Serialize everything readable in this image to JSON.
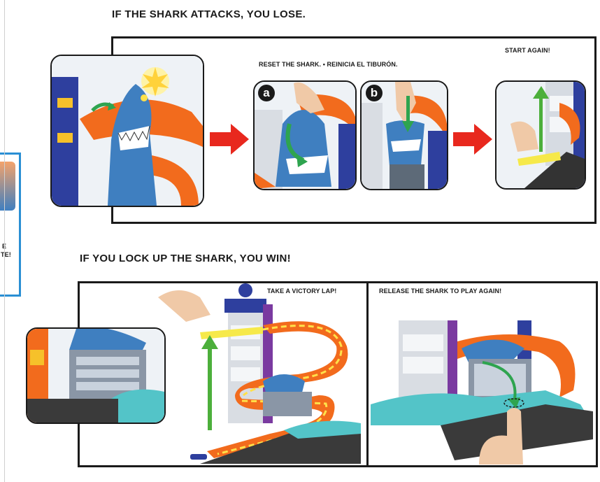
{
  "section_lose": {
    "heading": "IF THE SHARK ATTACKS, YOU LOSE.",
    "reset_caption": "RESET THE SHARK. • REINICIA EL TIBURÓN.",
    "start_again_caption": "START AGAIN!",
    "step_a_label": "a",
    "step_b_label": "b"
  },
  "section_win": {
    "heading": "IF YOU LOCK UP THE SHARK, YOU WIN!",
    "victory_caption": "TAKE A VICTORY LAP!",
    "release_caption": "RELEASE THE SHARK TO PLAY AGAIN!"
  },
  "left_cropped_panel": {
    "line1": "E",
    "line2": "TE!"
  },
  "colors": {
    "track_orange": "#f26b1d",
    "shark_blue": "#3f7fc0",
    "tower_blue": "#2e3f9e",
    "arrow_red": "#e8281e",
    "arrow_green": "#4caf3b",
    "water_teal": "#53c4c8",
    "frame_black": "#1a1a1a",
    "side_panel_blue": "#2a8fd4"
  }
}
